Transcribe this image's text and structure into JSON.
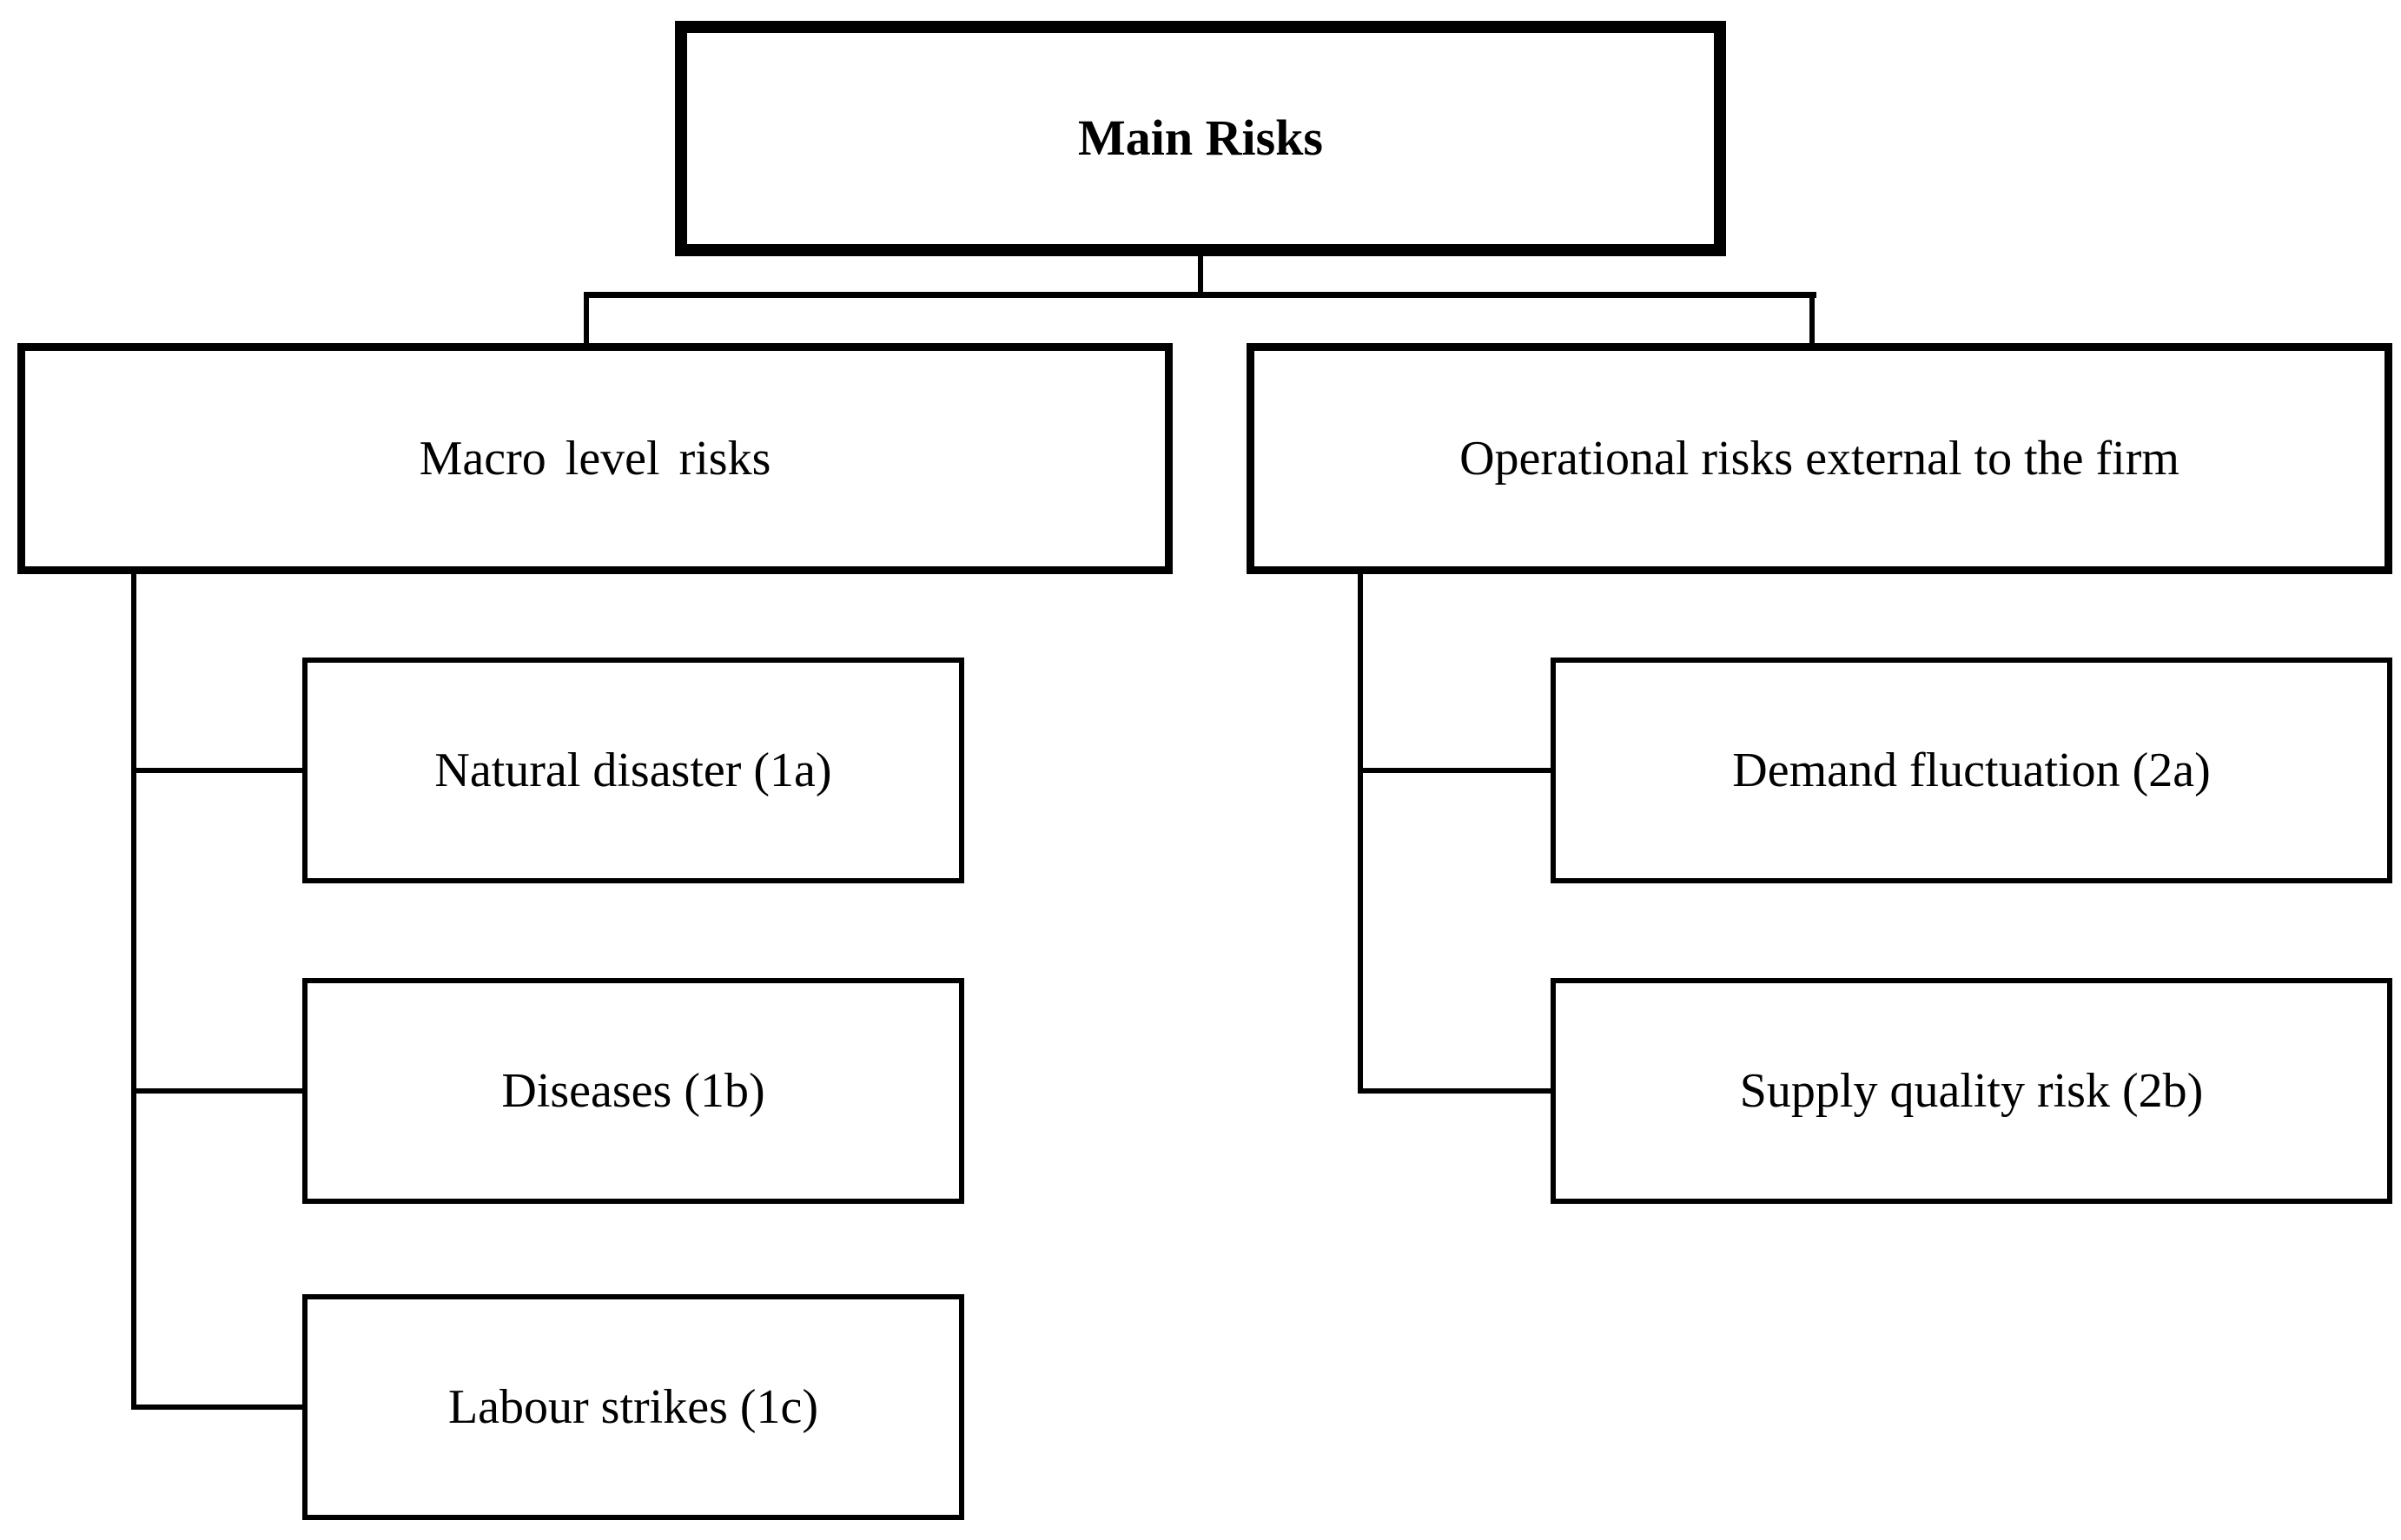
{
  "diagram": {
    "title": "Main Risks",
    "root": {
      "label": "Main Risks"
    },
    "branches": [
      {
        "label": "Macro level risks",
        "children": [
          {
            "label": "Natural disaster (1a)",
            "code": "1a"
          },
          {
            "label": "Diseases (1b)",
            "code": "1b"
          },
          {
            "label": "Labour strikes (1c)",
            "code": "1c"
          }
        ]
      },
      {
        "label": "Operational risks external to the firm",
        "children": [
          {
            "label": "Demand fluctuation (2a)",
            "code": "2a"
          },
          {
            "label": "Supply quality risk (2b)",
            "code": "2b"
          }
        ]
      }
    ],
    "colors": {
      "line": "#000000",
      "box_border": "#000000",
      "box_fill": "#ffffff",
      "text": "#000000",
      "background": "#ffffff"
    }
  }
}
